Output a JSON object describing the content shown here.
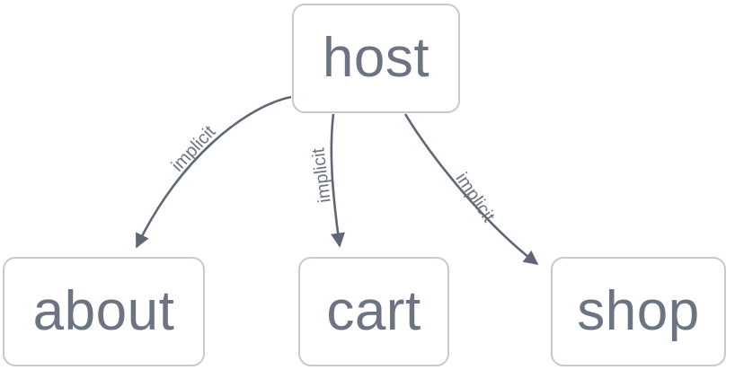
{
  "diagram": {
    "type": "directed-graph",
    "background_color": "#ffffff",
    "node_border_color": "#c9c9c9",
    "node_fill_color": "#ffffff",
    "text_color": "#6c7383",
    "edge_color": "#5f6775",
    "nodes": [
      {
        "id": "host",
        "label": "host"
      },
      {
        "id": "about",
        "label": "about"
      },
      {
        "id": "cart",
        "label": "cart"
      },
      {
        "id": "shop",
        "label": "shop"
      }
    ],
    "edges": [
      {
        "from": "host",
        "to": "about",
        "label": "implicit"
      },
      {
        "from": "host",
        "to": "cart",
        "label": "implicit"
      },
      {
        "from": "host",
        "to": "shop",
        "label": "implicit"
      }
    ]
  }
}
